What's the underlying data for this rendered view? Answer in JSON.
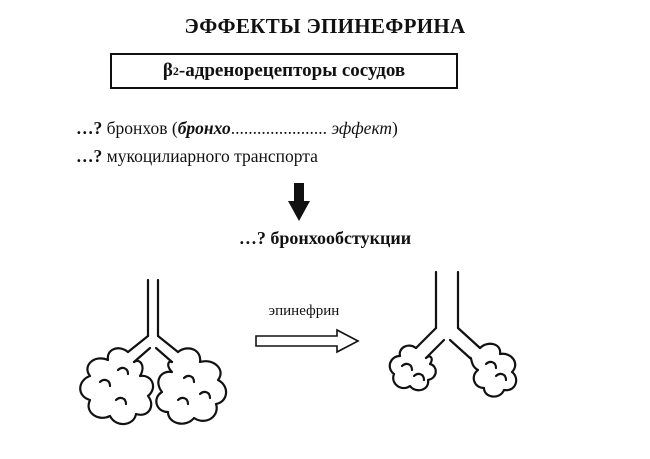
{
  "title": "ЭФФЕКТЫ ЭПИНЕФРИНА",
  "receptor_box": {
    "beta": "β",
    "subscript": "2",
    "rest": "-адренорецепторы сосудов"
  },
  "effects": {
    "line1": {
      "question": "…?",
      "pre": " бронхов (",
      "bold_italic": "бронхо",
      "dots": "......................",
      "italic": " эффект",
      "post": ")"
    },
    "line2": {
      "question": "…?",
      "text": " мукоцилиарного транспорта"
    }
  },
  "result": "…? бронхообстукции",
  "process": {
    "label": "эпинефрин"
  },
  "icons": {
    "down_arrow": "down-arrow-icon",
    "right_arrow": "hollow-right-arrow-icon"
  }
}
